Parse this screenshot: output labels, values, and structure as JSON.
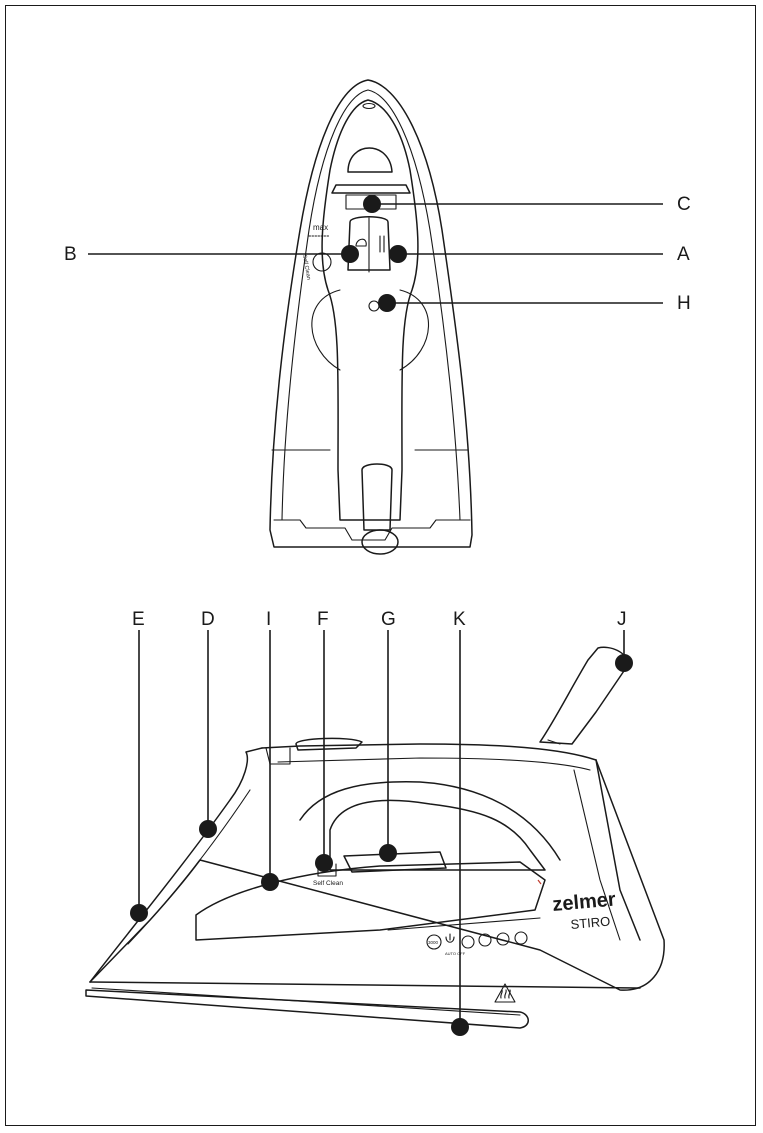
{
  "top_view": {
    "labels": {
      "C": "C",
      "B": "B",
      "A": "A",
      "H": "H"
    },
    "max_mark": "max",
    "self_clean_side": "Self Clean"
  },
  "side_view": {
    "labels": {
      "E": "E",
      "D": "D",
      "I": "I",
      "F": "F",
      "G": "G",
      "K": "K",
      "J": "J"
    },
    "self_clean_knob": "Self Clean",
    "brand": "zelmer",
    "model": "STIRO",
    "power_badge": "3000",
    "auto_off": "AUTO OFF"
  },
  "colors": {
    "line": "#1a1a1a",
    "background": "#ffffff"
  }
}
